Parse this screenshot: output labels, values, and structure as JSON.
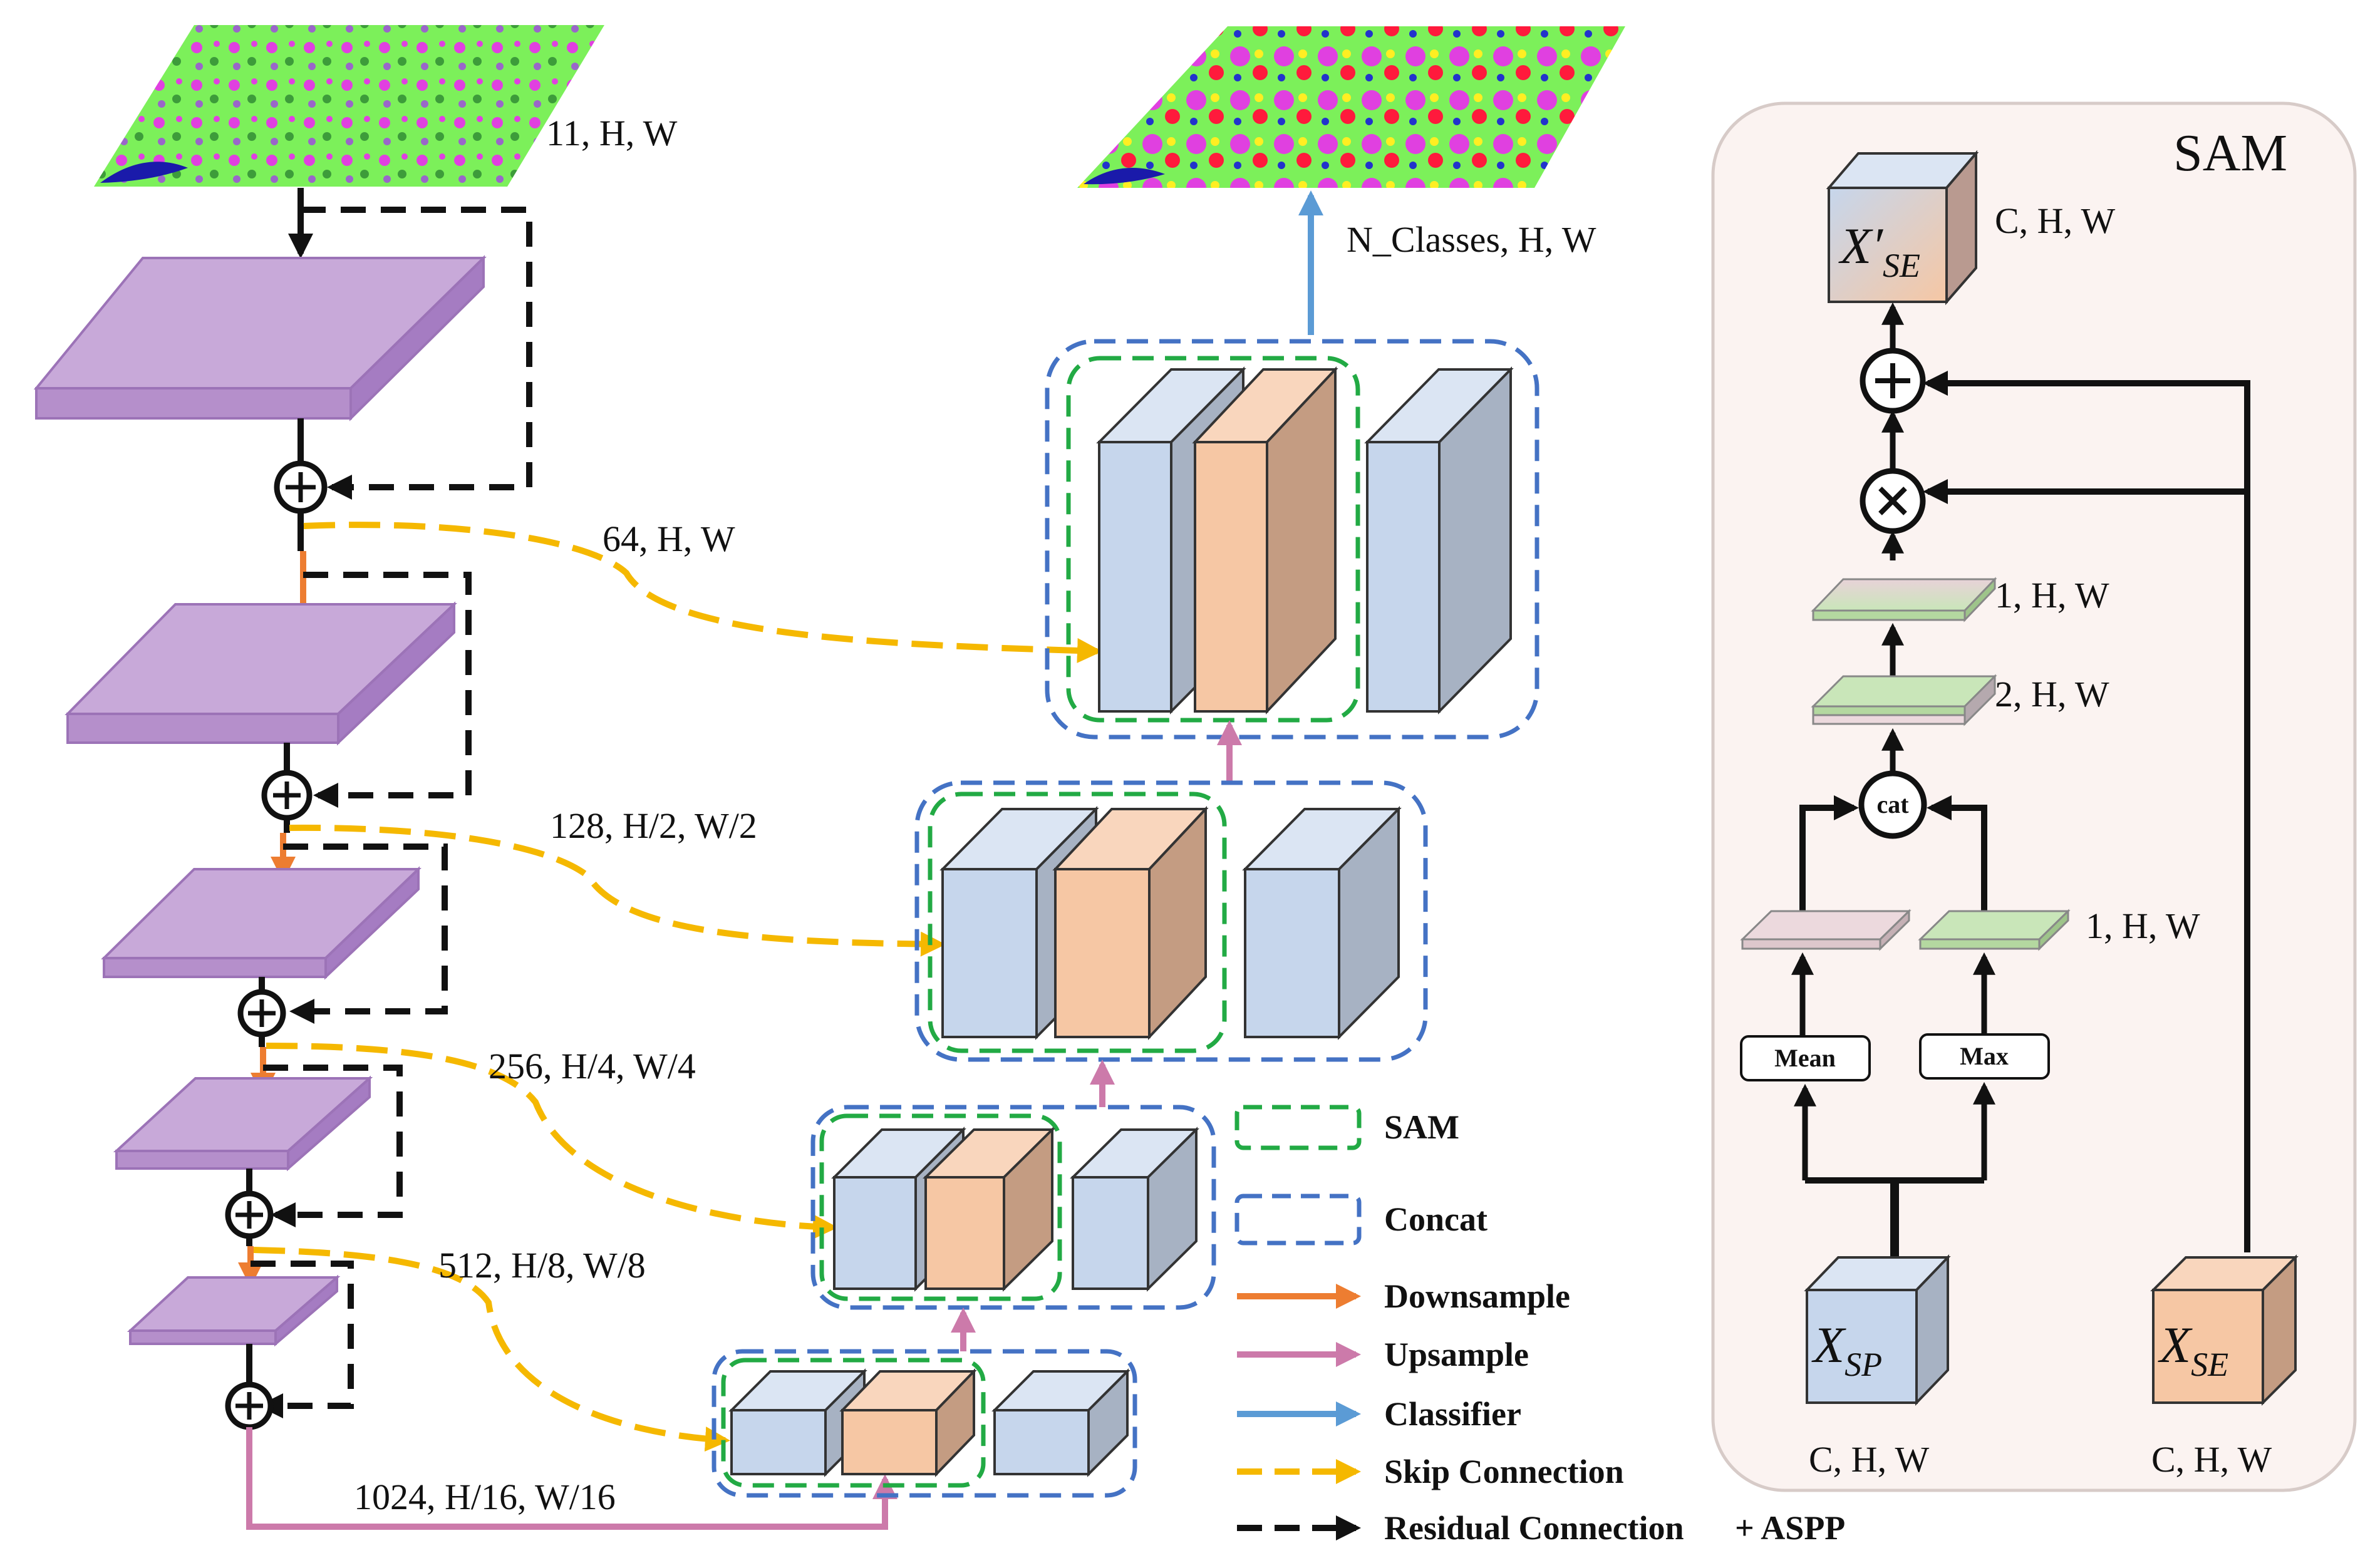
{
  "colors": {
    "encoder_block": "#c8a9d9",
    "decoder_blue": "#c6d6ec",
    "decoder_orange": "#f6c7a4",
    "sam_border": "#22aa44",
    "concat_border": "#4472c4",
    "downsample": "#ed7d31",
    "upsample": "#cc7aaa",
    "classifier": "#5b9bd5",
    "skip": "#f5b800",
    "residual": "#111111",
    "map_green": "#7cf05a",
    "map_magenta": "#e040e0"
  },
  "encoder": {
    "input_label": "11, H, W",
    "skip_labels": [
      "64, H, W",
      "128, H/2, W/2",
      "256, H/4, W/4",
      "512, H/8, W/8"
    ],
    "bottom_label": "1024, H/16, W/16"
  },
  "decoder": {
    "output_label": "N_Classes, H, W"
  },
  "legend": {
    "sam": "SAM",
    "concat": "Concat",
    "downsample": "Downsample",
    "upsample": "Upsample",
    "classifier": "Classifier",
    "skip": "Skip Connection",
    "residual": "Residual Connection",
    "aspp": "+ ASPP"
  },
  "sam_panel": {
    "title": "SAM",
    "output_dims": "C, H, W",
    "map_label_top": "1, H, W",
    "map_label_two": "2, H, W",
    "map_label_max": "1, H, W",
    "cat_label": "cat",
    "mean_label": "Mean",
    "max_label": "Max",
    "xsp_dims": "C, H, W",
    "xse_dims": "C, H, W",
    "sub_se": "SE",
    "sub_sp": "SP",
    "x_prime": "X′",
    "x": "X"
  },
  "icons": {
    "plus": "plus-circle-icon",
    "times": "times-circle-icon"
  }
}
